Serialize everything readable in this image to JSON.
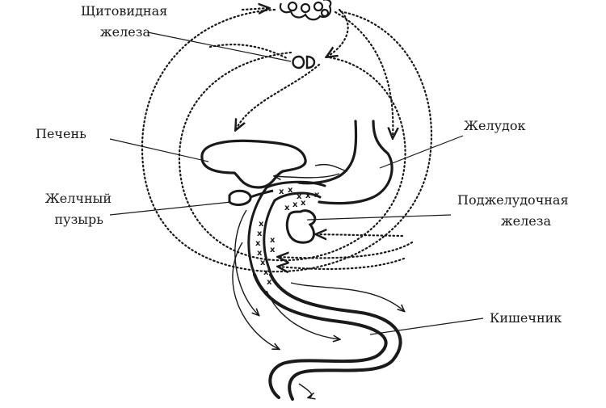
{
  "labels": {
    "thyroid_line1": "Щитовидная",
    "thyroid_line2": "железа",
    "liver": "Печень",
    "gallbladder_line1": "Желчный",
    "gallbladder_line2": "пузырь",
    "stomach": "Желудок",
    "pancreas_line1": "Поджелудочная",
    "pancreas_line2": "железа",
    "intestine": "Кишечник"
  },
  "colors": {
    "ink": "#1a1a1a",
    "background": "#ffffff"
  }
}
